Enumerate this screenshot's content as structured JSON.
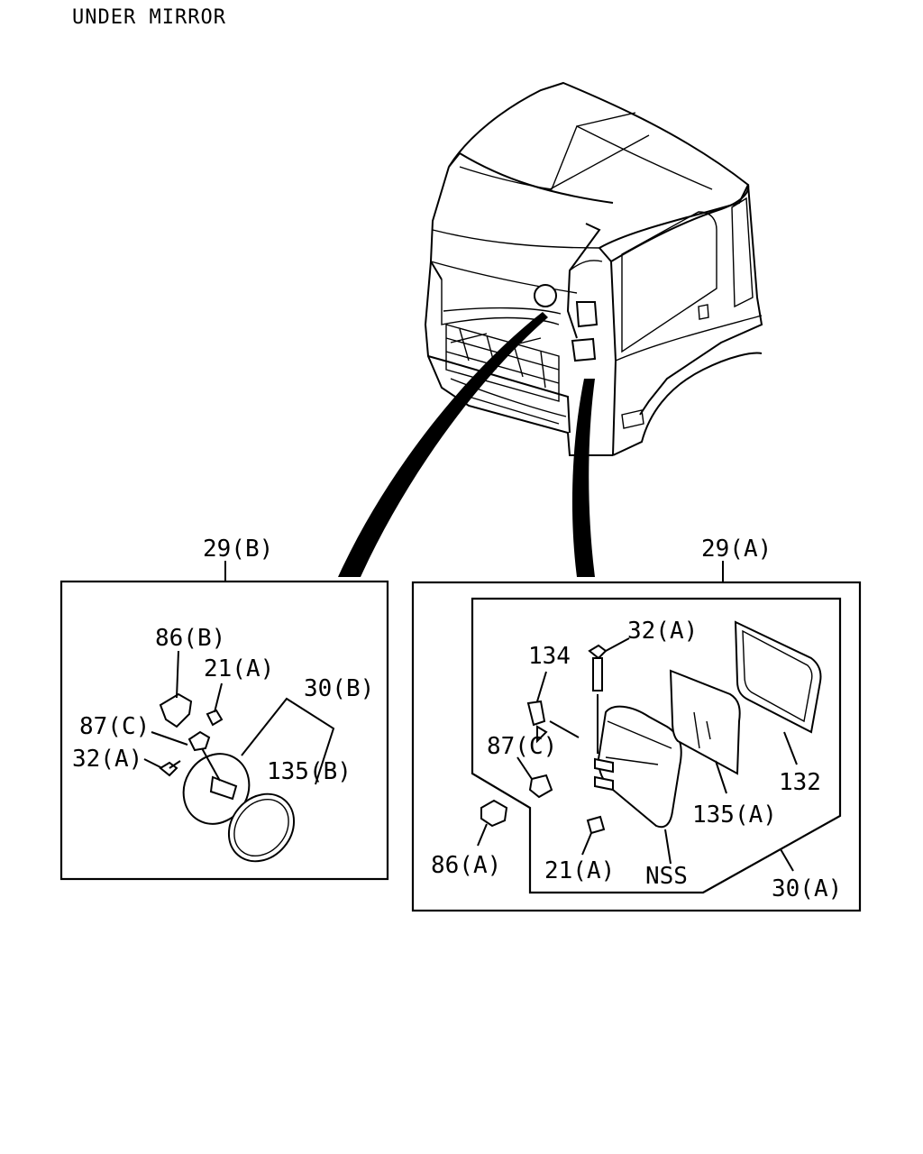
{
  "title": "UNDER MIRROR",
  "labels": {
    "l29B": "29(B)",
    "l29A": "29(A)",
    "l86B": "86(B)",
    "l21A_left": "21(A)",
    "l30B": "30(B)",
    "l87C_left": "87(C)",
    "l32A_left": "32(A)",
    "l135B": "135(B)",
    "l32A_right": "32(A)",
    "l134": "134",
    "l87C_right": "87(C)",
    "l132": "132",
    "l135A": "135(A)",
    "l86A": "86(A)",
    "l21A_right": "21(A)",
    "lNSS": "NSS",
    "l30A": "30(A)"
  }
}
